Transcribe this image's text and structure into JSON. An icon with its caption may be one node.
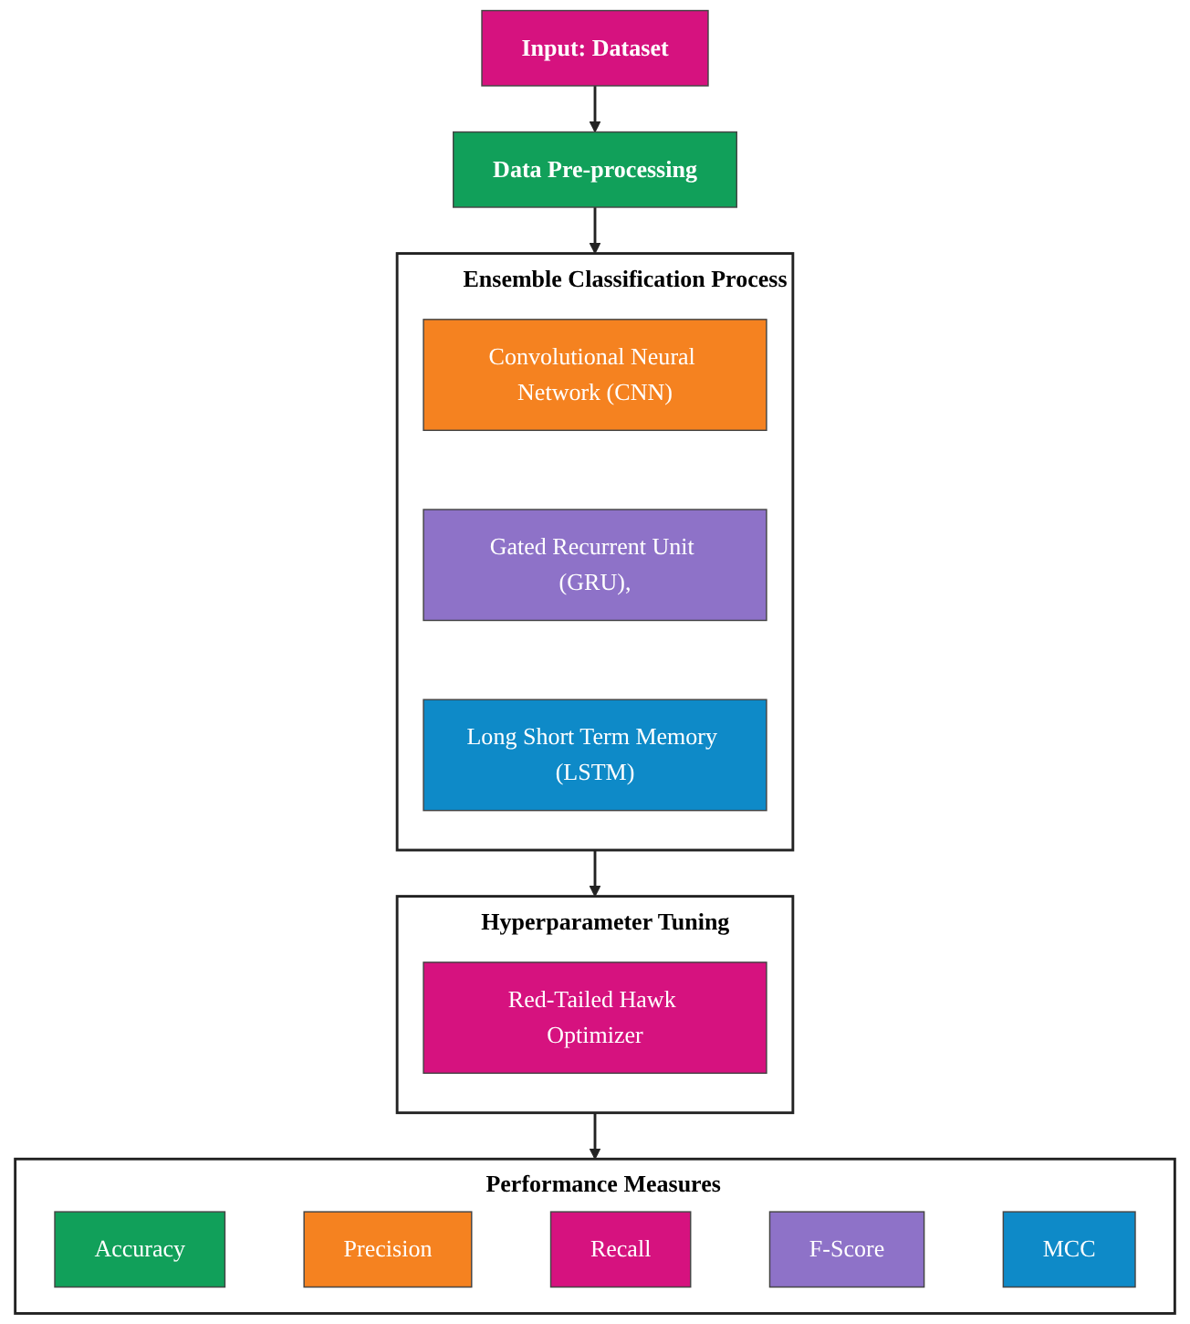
{
  "diagram": {
    "nodes": [
      {
        "text": [
          "Input: Dataset"
        ]
      },
      {
        "text": [
          "Data Pre-processing"
        ]
      },
      {
        "text": [
          "Ensemble Classification Process"
        ]
      },
      {
        "text": [
          "Convolutional Neural Network (CNN)"
        ],
        "in": 2
      },
      {
        "text": [
          "Gated Recurrent Unit (GRU),"
        ],
        "in": 2
      },
      {
        "text": [
          "Long Short Term Memory (LSTM)"
        ],
        "in": 2
      },
      {
        "text": [
          "Hyperparameter Tuning"
        ]
      },
      {
        "text": [
          "Red-Tailed Hawk Optimizer"
        ],
        "in": 6
      },
      {
        "text": [
          "Performance Measures"
        ]
      },
      {
        "text": [
          "Accuracy"
        ],
        "in": 8
      },
      {
        "text": [
          "Precision"
        ],
        "in": 8
      },
      {
        "text": [
          "Recall"
        ],
        "in": 8
      },
      {
        "text": [
          "F-Score"
        ],
        "in": 8
      },
      {
        "text": [
          "MCC"
        ],
        "in": 8
      }
    ],
    "edges": [
      {
        "from": 0,
        "to": 1,
        "arrow": "to"
      },
      {
        "from": 1,
        "to": 2,
        "arrow": "to"
      },
      {
        "from": 2,
        "to": 6,
        "arrow": "to"
      },
      {
        "from": 6,
        "to": 8,
        "arrow": "to"
      }
    ]
  }
}
